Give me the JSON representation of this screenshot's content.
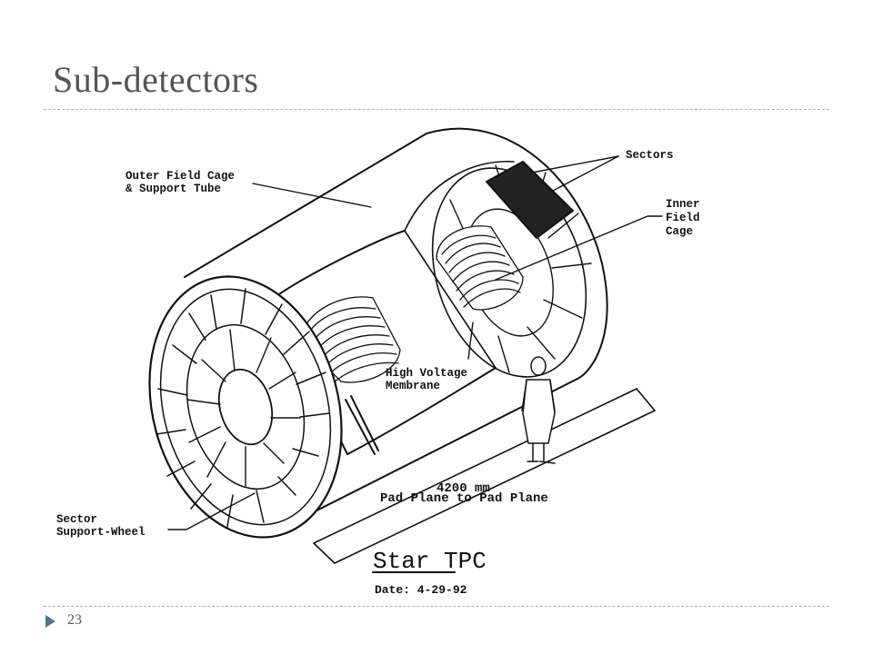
{
  "slide": {
    "title": "Sub-detectors",
    "page_number": "23"
  },
  "diagram": {
    "labels": {
      "outer_field_cage_1": "Outer Field Cage",
      "outer_field_cage_2": "& Support Tube",
      "sectors": "Sectors",
      "inner_field_cage_1": "Inner",
      "inner_field_cage_2": "Field",
      "inner_field_cage_3": "Cage",
      "high_voltage_1": "High Voltage",
      "high_voltage_2": "Membrane",
      "dimension_1": "4200 mm",
      "dimension_2": "Pad Plane to Pad Plane",
      "sector_wheel_1": "Sector",
      "sector_wheel_2": "Support-Wheel",
      "stamp_title": "Star TPC",
      "stamp_date": "Date: 4-29-92"
    }
  },
  "colors": {
    "title": "#555555",
    "rule": "#9fb6c4",
    "bullet": "#4a7a93",
    "ink": "#111111"
  }
}
